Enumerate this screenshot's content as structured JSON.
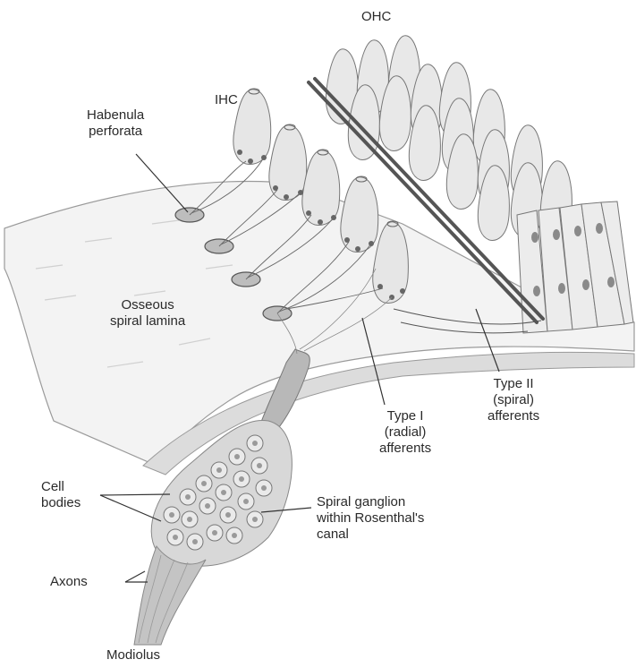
{
  "labels": {
    "ohc": "OHC",
    "ihc": "IHC",
    "habenula": [
      "Habenula",
      "perforata"
    ],
    "osseous": [
      "Osseous",
      "spiral lamina"
    ],
    "type_ii": [
      "Type II",
      "(spiral)",
      "afferents"
    ],
    "type_i": [
      "Type I",
      "(radial)",
      "afferents"
    ],
    "cell_bodies": [
      "Cell",
      "bodies"
    ],
    "spiral_ganglion": [
      "Spiral ganglion",
      "within Rosenthal's",
      "canal"
    ],
    "axons": "Axons",
    "modiolus": "Modiolus"
  },
  "colors": {
    "cell_fill": "#e9e9e9",
    "cell_stroke": "#7a7a7a",
    "nucleus": "#8a8a8a",
    "lamina": "#f2f2f2",
    "nerve": "#a8a8a8",
    "line": "#444444",
    "pillar": "#555555"
  }
}
